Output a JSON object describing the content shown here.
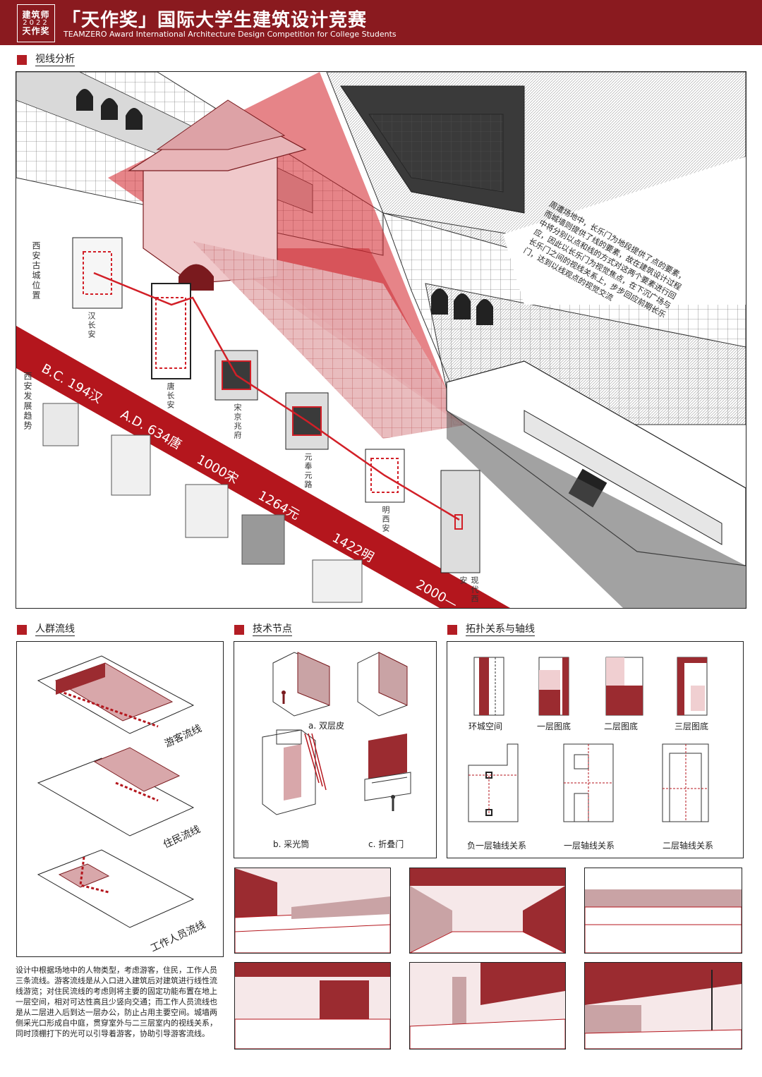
{
  "header": {
    "logo_line1": "建筑师",
    "logo_line2": "2022",
    "logo_line3": "天作奖",
    "title": "「天作奖」国际大学生建筑设计竞赛",
    "subtitle": "TEAMZERO Award International Architecture Design Competition for College Students"
  },
  "sections": {
    "sightline": "视线分析",
    "flow": "人群流线",
    "tech": "技术节点",
    "topology": "拓扑关系与轴线"
  },
  "sightline": {
    "vertical_label_1": "西安古城位置",
    "vertical_label_2": "西安发展趋势",
    "timeline": [
      "B.C. 194汉",
      "A.D. 634唐",
      "1000宋",
      "1264元",
      "1422明",
      "2000—"
    ],
    "map_captions": [
      "汉长安",
      "唐长安",
      "宋京兆府",
      "元奉元路",
      "明西安",
      "现代西安"
    ],
    "paragraph": "周遭场地中，长乐门为地段提供了点的要素，而城墙则提供了线的要素，故在建筑设计过程中将分别以点和线的方式对这两个要素进行回应，因此以长乐门为视觉焦点，在下沉广场与长乐门之间的视线关系上，步步回应前期长乐门，达到以线观点的视觉交流"
  },
  "flow": {
    "labels": [
      "游客流线",
      "住民流线",
      "工作人员流线"
    ],
    "description": "设计中根据场地中的人物类型，考虑游客，住民，工作人员三条流线。游客流线是从入口进入建筑后对建筑进行线性流线游览；对住民流线的考虑则将主要的固定功能布置在地上一层空间，相对可达性高且少竖向交通；而工作人员流线也是从二层进入后到达一层办公，防止占用主要空间。城墙两侧采光口形成自中庭，贯穿室外与二三层室内的视线关系，同时顶棚打下的光可以引导着游客，协助引导游客流线。"
  },
  "tech": {
    "captions": [
      "a. 双层皮",
      "b. 采光筒",
      "c. 折叠门"
    ]
  },
  "topology": {
    "row1": [
      "环城空间",
      "一层图底",
      "二层图底",
      "三层图底"
    ],
    "row2": [
      "负一层轴线关系",
      "一层轴线关系",
      "二层轴线关系"
    ]
  },
  "colors": {
    "brand": "#8a1a1f",
    "accent": "#c8242b",
    "pink": "#e9c3c5"
  },
  "icons": [
    "person-icon",
    "city-map-icon"
  ]
}
